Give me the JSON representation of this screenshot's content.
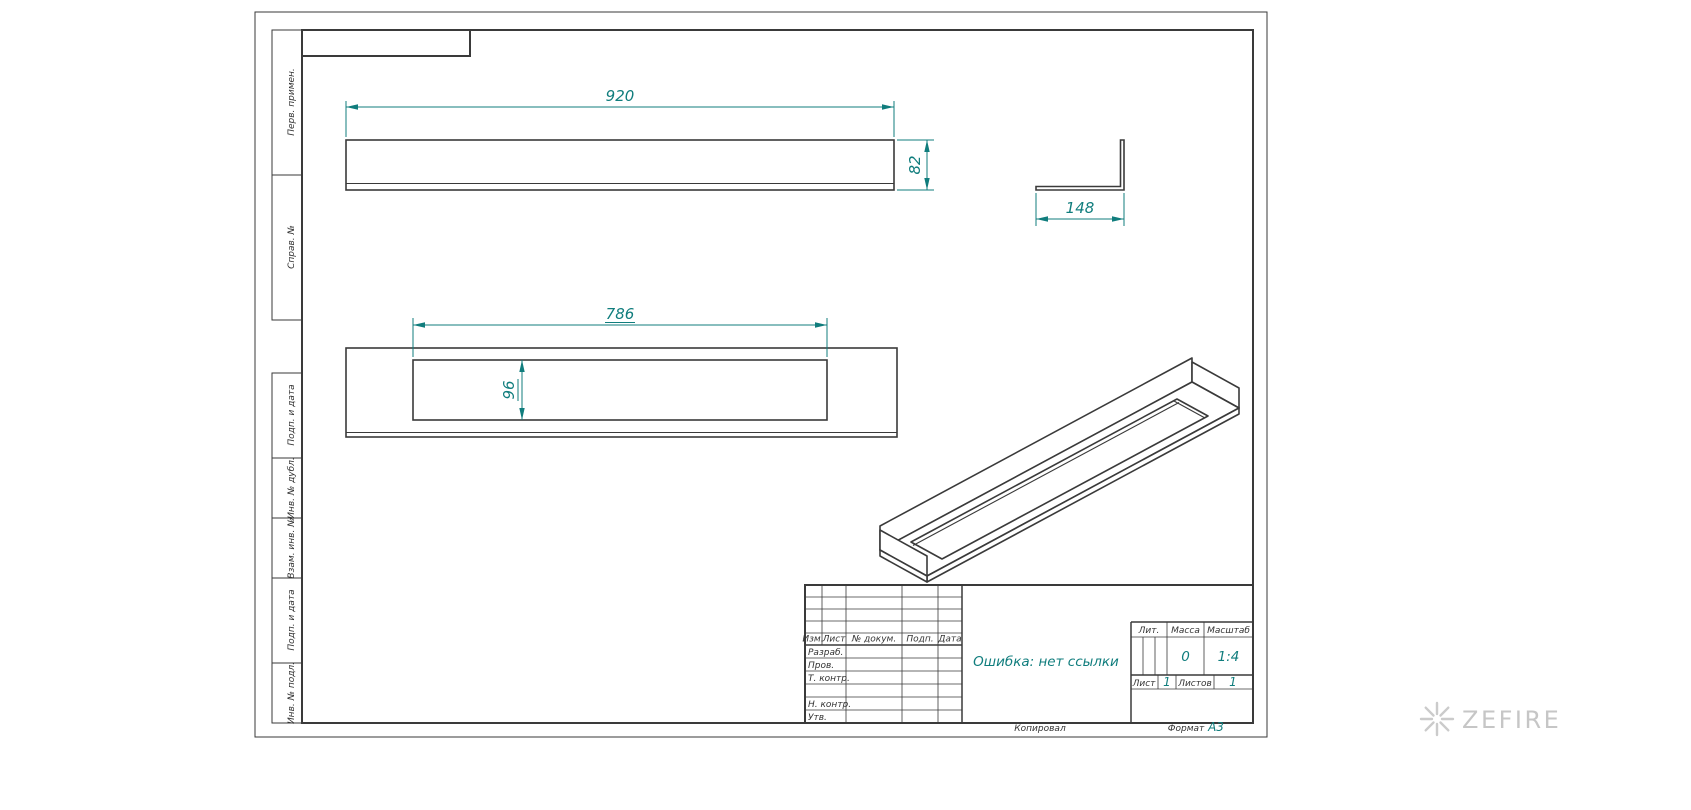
{
  "colors": {
    "dimension_accent": "#107d7d",
    "drawing_line": "#3a3a3a",
    "watermark_gray": "#c6c6c6"
  },
  "margin_labels": [
    "Перв. примен.",
    "Справ. №",
    "Подп. и дата",
    "Инв. № дубл.",
    "Взам. инв. №",
    "Подп. и дата",
    "Инв. № подл."
  ],
  "dimensions": {
    "front_length": "920",
    "front_height": "82",
    "side_width": "148",
    "slot_length": "786",
    "slot_width": "96"
  },
  "title_block": {
    "header_cols": [
      "Изм.",
      "Лист",
      "№ докум.",
      "Подп.",
      "Дата"
    ],
    "row_labels": [
      "Разраб.",
      "Пров.",
      "Т. контр.",
      "Н. контр.",
      "Утв."
    ],
    "doc_title": "Ошибка: нет ссылки",
    "lit_label": "Лит.",
    "mass_label": "Масса",
    "scale_label": "Масштаб",
    "mass_value": "0",
    "scale_value": "1:4",
    "sheet_label": "Лист",
    "sheet_value": "1",
    "sheets_label": "Листов",
    "sheets_value": "1",
    "copied_label": "Копировал",
    "format_label": "Формат",
    "format_value": "А3"
  },
  "watermark": {
    "brand": "ZEFIRE"
  }
}
